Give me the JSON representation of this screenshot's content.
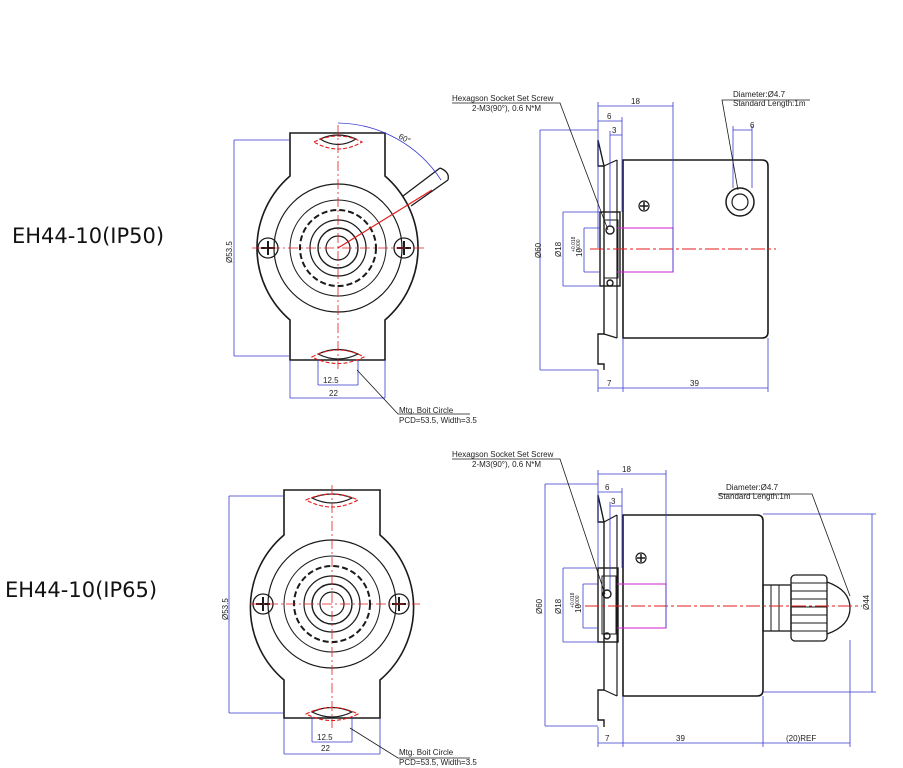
{
  "top": {
    "model": "EH44-10(IP50)",
    "front": {
      "angle": "60°",
      "dia_body": "Ø53.5",
      "width_small": "12.5",
      "width_large": "22",
      "bolt_circle_title": "Mtg. Boit Circle",
      "bolt_circle_value": "PCD=53.5, Width=3.5"
    },
    "side": {
      "set_screw_title": "Hexagson Socket Set Screw",
      "set_screw_value": "2-M3(90°), 0.6 N*M",
      "dim_18": "18",
      "dim_6": "6",
      "dim_3": "3",
      "cable_dia": "Diameter:Ø4.7",
      "cable_len": "Standard Length:1m",
      "cable_6": "6",
      "dia_60": "Ø60",
      "dia_18": "Ø18",
      "shaft": "10",
      "tol_plus": "+0.018",
      "tol_minus": "0.000",
      "dim_7": "7",
      "dim_39": "39"
    }
  },
  "bottom": {
    "model": "EH44-10(IP65)",
    "front": {
      "dia_body": "Ø53.5",
      "width_small": "12.5",
      "width_large": "22",
      "bolt_circle_title": "Mtg. Boit Circle",
      "bolt_circle_value": "PCD=53.5, Width=3.5"
    },
    "side": {
      "set_screw_title": "Hexagson Socket Set Screw",
      "set_screw_value": "2-M3(90°), 0.6 N*M",
      "dim_18": "18",
      "dim_6": "6",
      "dim_3": "3",
      "cable_dia": "Diameter:Ø4.7",
      "cable_len": "Standard Length:1m",
      "dia_60": "Ø60",
      "dia_18": "Ø18",
      "shaft": "10",
      "tol_plus": "+0.018",
      "tol_minus": "0.000",
      "dia_44": "Ø44",
      "dim_7": "7",
      "dim_39": "39",
      "ref_20": "(20)REF"
    }
  }
}
